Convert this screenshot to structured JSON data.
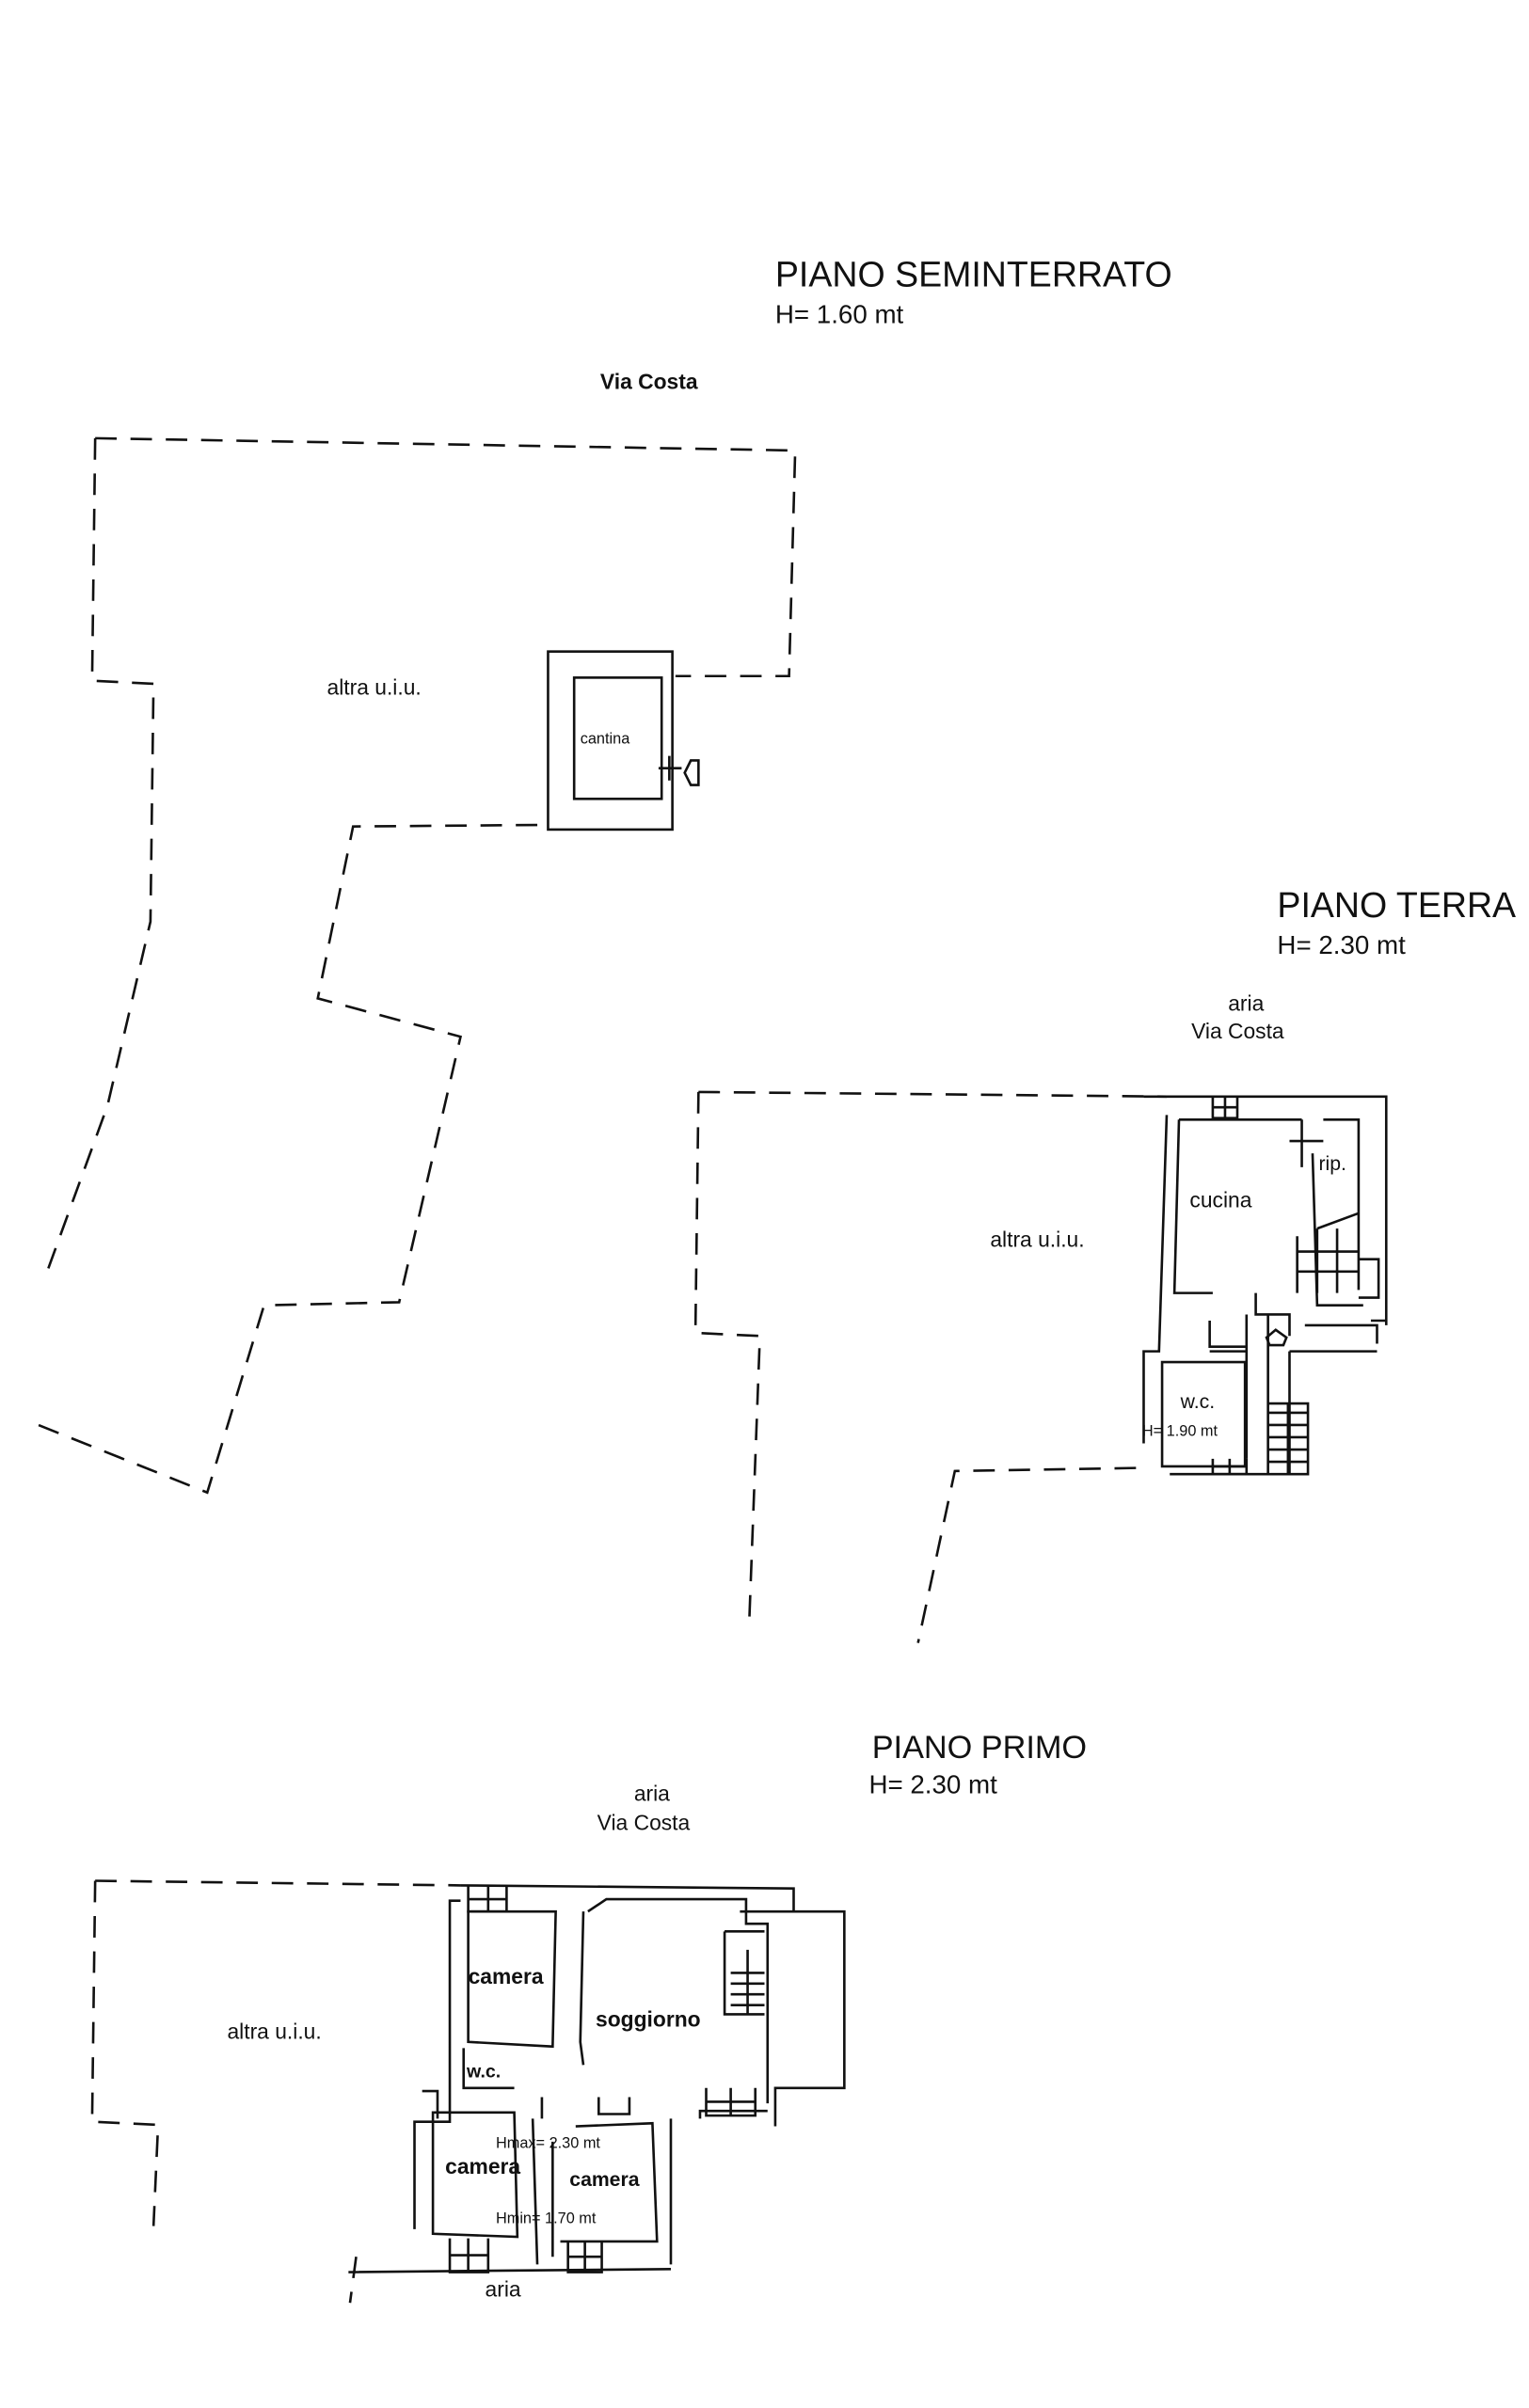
{
  "basement": {
    "title": "PIANO SEMINTERRATO",
    "height": "H= 1.60 mt",
    "street": "Via Costa",
    "other_unit": "altra u.i.u.",
    "rooms": [
      "cantina"
    ]
  },
  "ground": {
    "title": "PIANO TERRA",
    "height": "H= 2.30 mt",
    "air": "aria",
    "street": "Via Costa",
    "other_unit": "altra u.i.u.",
    "rooms": [
      "cucina",
      "rip.",
      "w.c."
    ],
    "wc_height": "H= 1.90 mt"
  },
  "first": {
    "title": "PIANO PRIMO",
    "height": "H= 2.30 mt",
    "air_top": "aria",
    "street": "Via Costa",
    "other_unit": "altra u.i.u.",
    "rooms": [
      "camera",
      "soggiorno",
      "w.c.",
      "camera",
      "camera"
    ],
    "hmax": "Hmax= 2.30 mt",
    "hmin": "Hmin= 1.70 mt",
    "air_bottom": "aria"
  }
}
